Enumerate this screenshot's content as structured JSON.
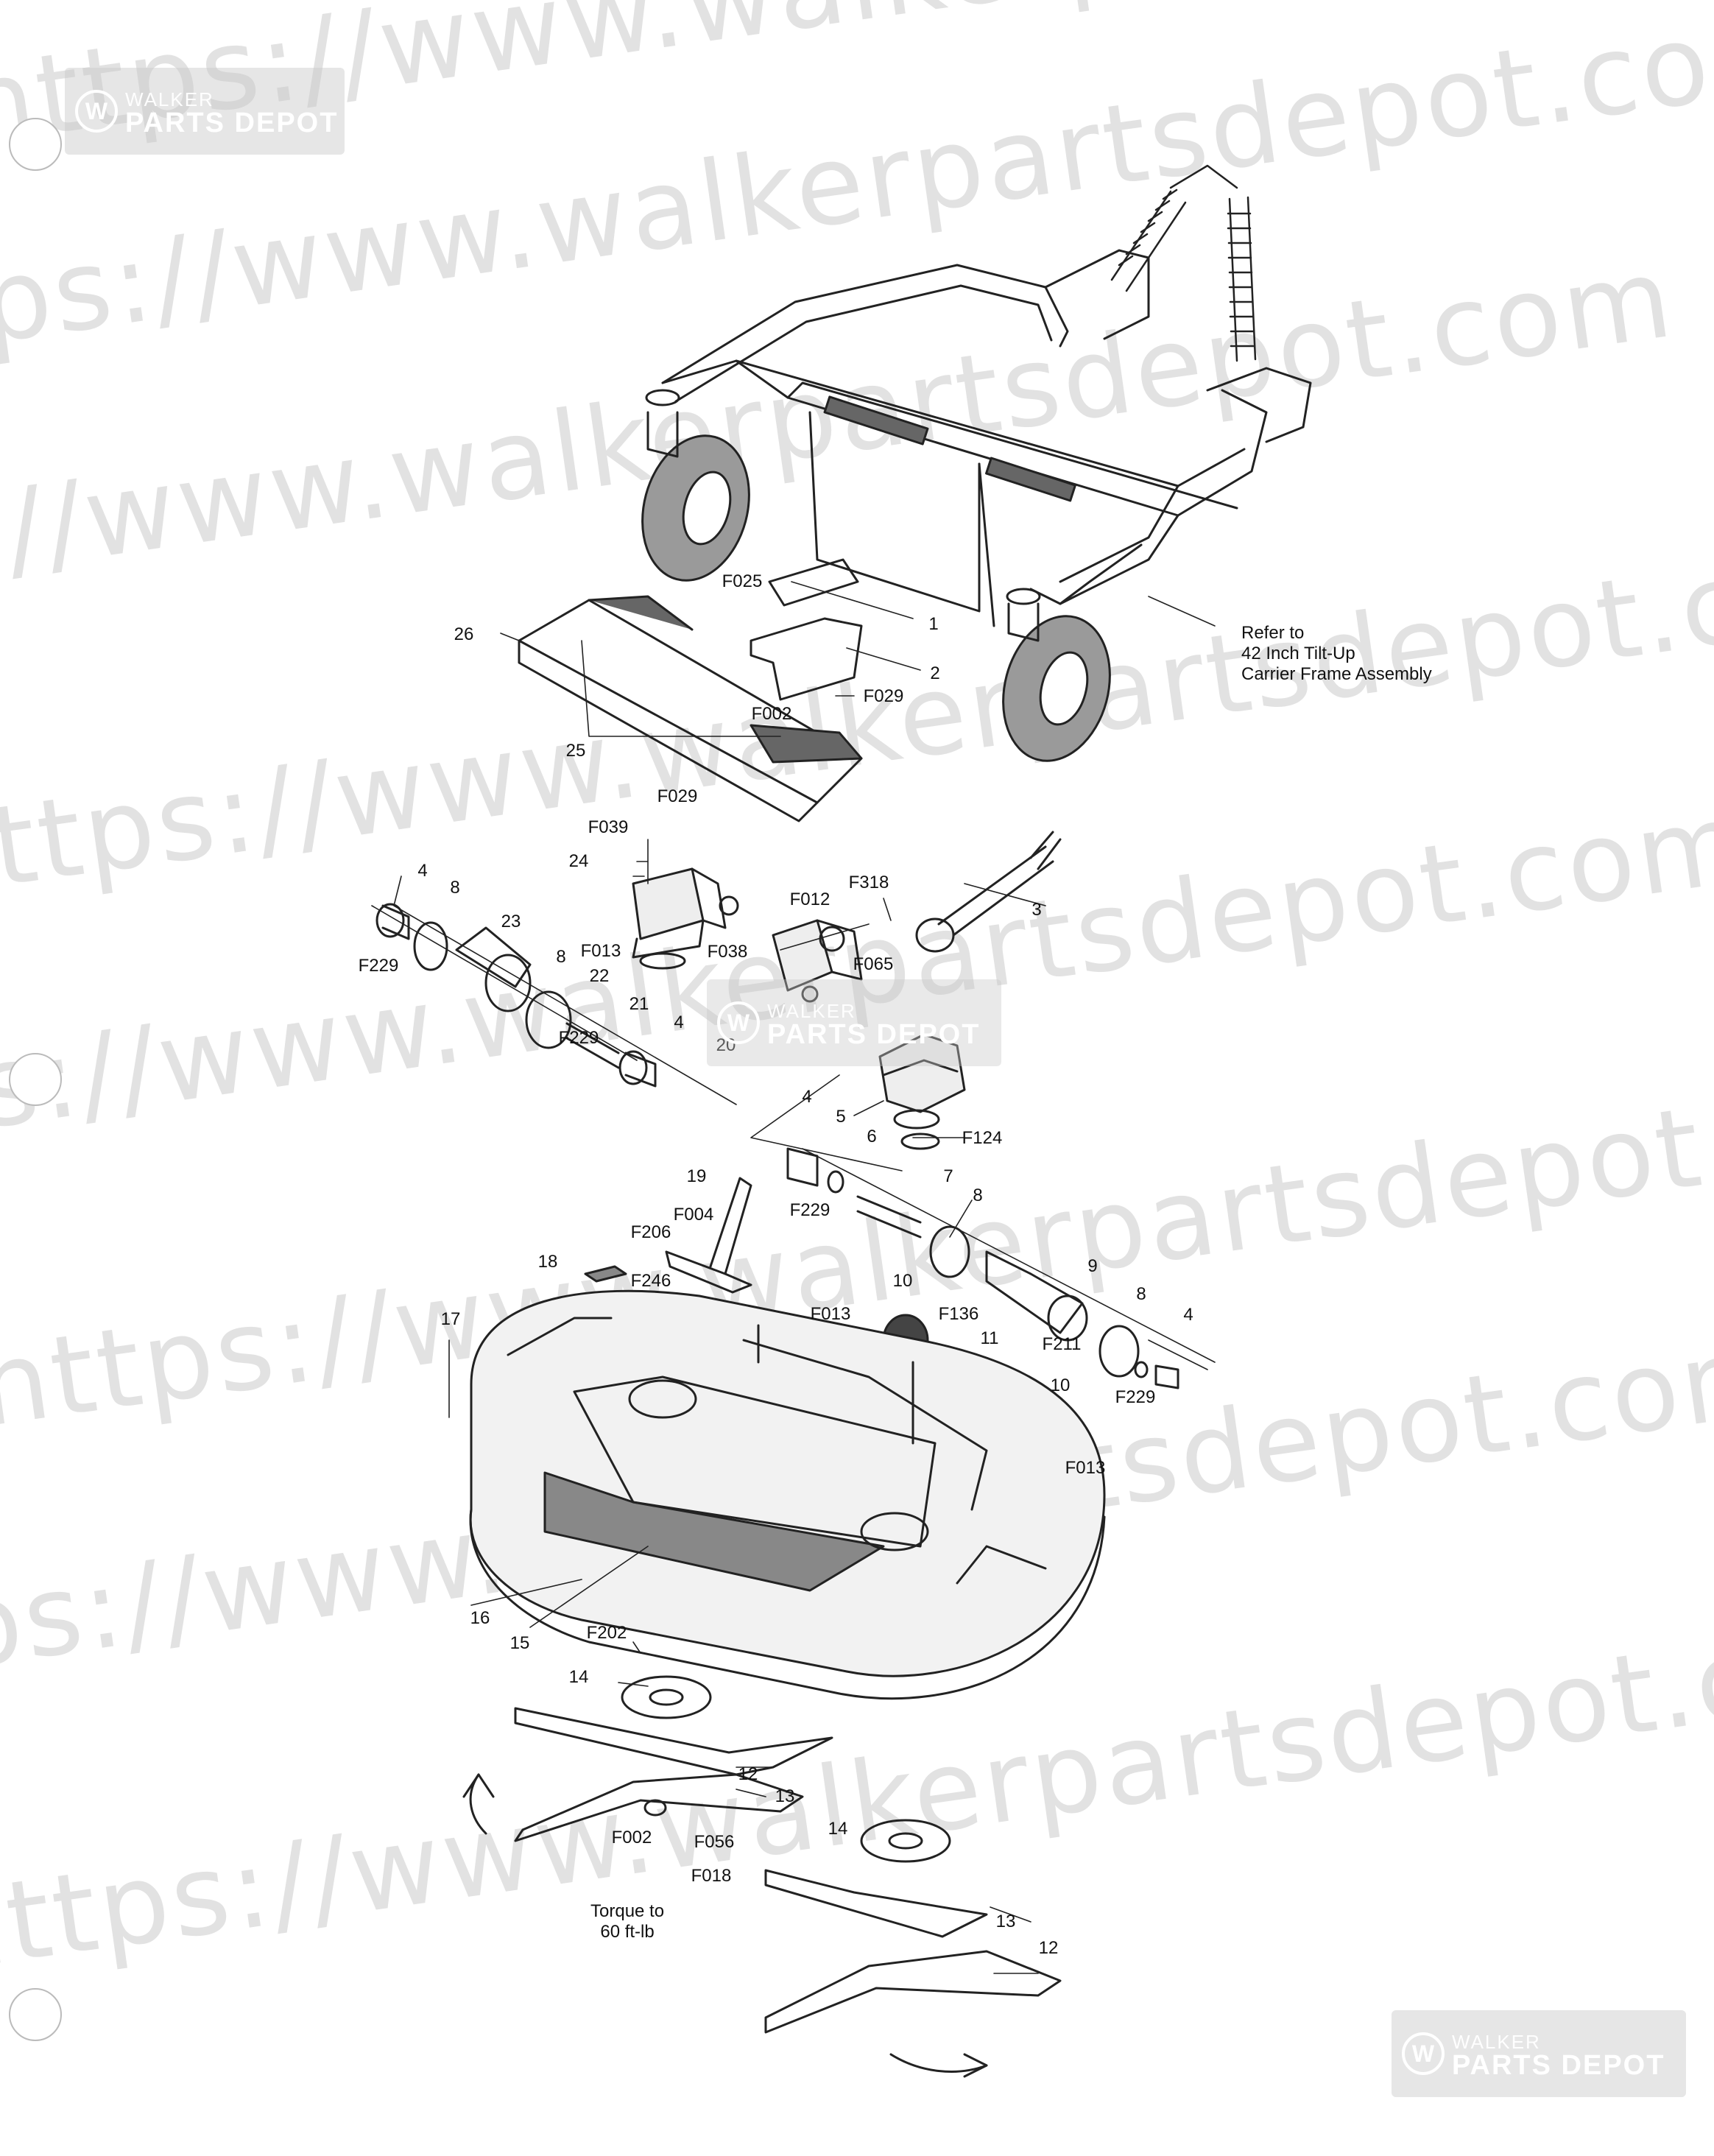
{
  "watermark": {
    "text": "https://www.walkerpartsdepot.com"
  },
  "logo": {
    "line1": "WALKER",
    "line2": "PARTS DEPOT"
  },
  "note_refer": {
    "line1": "Refer to",
    "line2": "42 Inch Tilt-Up",
    "line3": "Carrier Frame Assembly"
  },
  "note_torque": {
    "line1": "Torque to",
    "line2": "60 ft-lb"
  },
  "callouts": {
    "f025": "F025",
    "p1": "1",
    "p2": "2",
    "f002a": "F002",
    "f029a": "F029",
    "p26": "26",
    "p25": "25",
    "f029b": "F029",
    "f039": "F039",
    "p24": "24",
    "p4a": "4",
    "p8a": "8",
    "p23": "23",
    "f229a": "F229",
    "f013a": "F013",
    "p8b": "8",
    "p22": "22",
    "p21": "21",
    "p4b": "4",
    "f229b": "F229",
    "f038": "F038",
    "p20": "20",
    "f012": "F012",
    "f318": "F318",
    "f065": "F065",
    "p3": "3",
    "p4c": "4",
    "p5": "5",
    "p6": "6",
    "f124": "F124",
    "p7": "7",
    "f229c": "F229",
    "p19": "19",
    "f004": "F004",
    "f206": "F206",
    "p18": "18",
    "f246": "F246",
    "p8c": "8",
    "p9": "9",
    "f013b": "F013",
    "p10a": "10",
    "f136": "F136",
    "p11": "11",
    "f211": "F211",
    "p8d": "8",
    "p4d": "4",
    "f229d": "F229",
    "p10b": "10",
    "f013c": "F013",
    "p17": "17",
    "p16": "16",
    "p15": "15",
    "f202": "F202",
    "p14a": "14",
    "p12a": "12",
    "p13a": "13",
    "f002b": "F002",
    "f056": "F056",
    "f018": "F018",
    "p14b": "14",
    "p13b": "13",
    "p12b": "12"
  }
}
